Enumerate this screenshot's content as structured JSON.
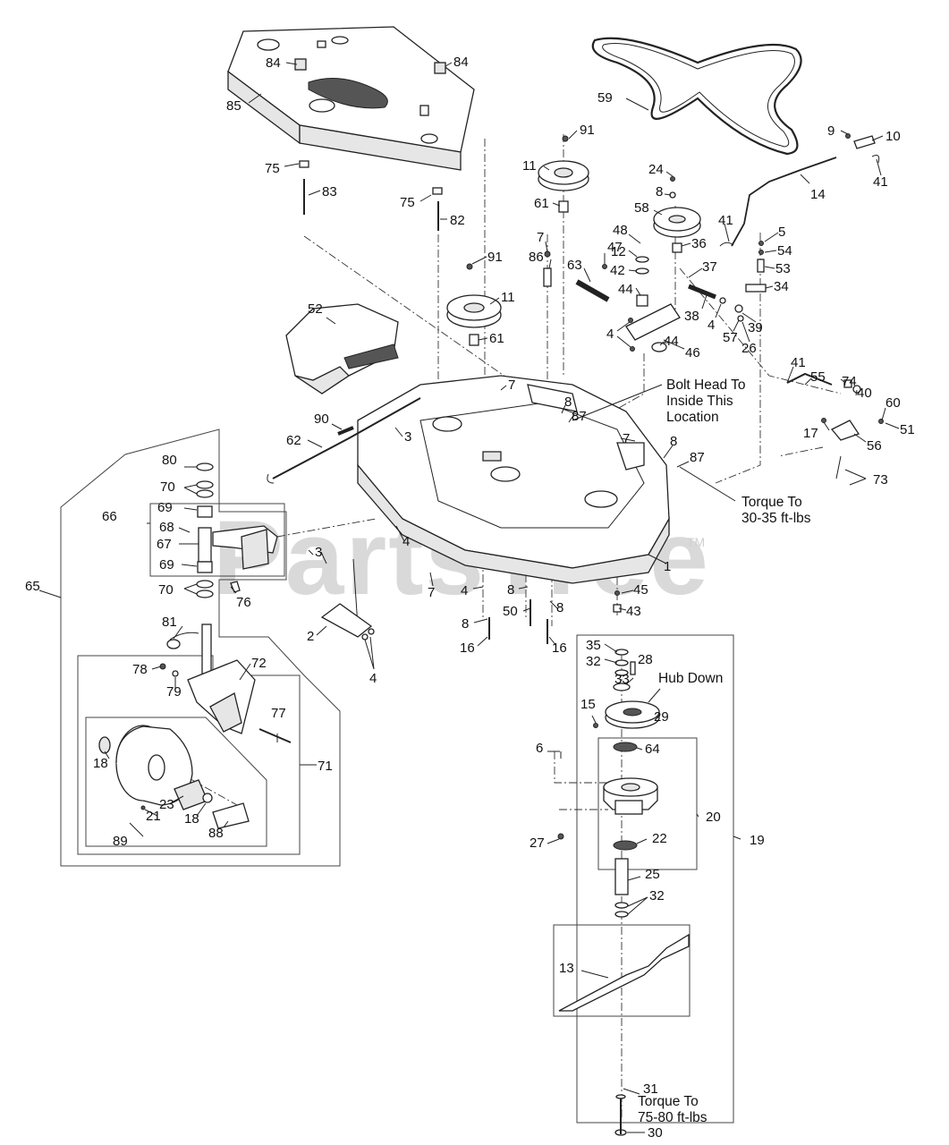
{
  "watermark": {
    "text": "PartsTree",
    "tm": "TM"
  },
  "notes": {
    "bolt_head_1": "Bolt Head To",
    "bolt_head_2": "Inside This",
    "bolt_head_3": "Location",
    "torque_1a": "Torque To",
    "torque_1b": "30-35 ft-lbs",
    "hub_down": "Hub Down",
    "torque_2a": "Torque To",
    "torque_2b": "75-80 ft-lbs"
  },
  "callouts": {
    "c84a": "84",
    "c84b": "84",
    "c85": "85",
    "c75a": "75",
    "c83": "83",
    "c75b": "75",
    "c82": "82",
    "c59": "59",
    "c91a": "91",
    "c11a": "11",
    "c61a": "61",
    "c24": "24",
    "c8a": "8",
    "c58": "58",
    "c9": "9",
    "c10": "10",
    "c41a": "41",
    "c14": "14",
    "c41b": "41",
    "c5": "5",
    "c54": "54",
    "c53": "53",
    "c34": "34",
    "c36": "36",
    "c48": "48",
    "c12": "12",
    "c42": "42",
    "c47": "47",
    "c63": "63",
    "c44a": "44",
    "c37": "37",
    "c38": "38",
    "c4a": "4",
    "c57": "57",
    "c39": "39",
    "c26": "26",
    "c4b": "4",
    "c44b": "44",
    "c46": "46",
    "c7a": "7",
    "c86": "86",
    "c91b": "91",
    "c11b": "11",
    "c61b": "61",
    "c52": "52",
    "c7b": "7",
    "c8b": "8",
    "c87a": "87",
    "c90": "90",
    "c3a": "3",
    "c62": "62",
    "c7c": "7",
    "c8c": "8",
    "c87b": "87",
    "c41c": "41",
    "c55": "55",
    "c74": "74",
    "c40": "40",
    "c60": "60",
    "c17": "17",
    "c51": "51",
    "c56": "56",
    "c73": "73",
    "c80": "80",
    "c70a": "70",
    "c69a": "69",
    "c66": "66",
    "c68": "68",
    "c67": "67",
    "c69b": "69",
    "c70b": "70",
    "c76": "76",
    "c65": "65",
    "c4c": "4",
    "c3b": "3",
    "c7d": "7",
    "c4d": "4",
    "c8d": "8",
    "c8e": "8",
    "c45": "45",
    "c1": "1",
    "c50": "50",
    "c8f": "8",
    "c43": "43",
    "c2": "2",
    "c4e": "4",
    "c16a": "16",
    "c16b": "16",
    "c81": "81",
    "c78": "78",
    "c79": "79",
    "c72": "72",
    "c77": "77",
    "c71": "71",
    "c18a": "18",
    "c23": "23",
    "c21": "21",
    "c18b": "18",
    "c88": "88",
    "c89": "89",
    "c35": "35",
    "c32a": "32",
    "c28": "28",
    "c33": "33",
    "c15": "15",
    "c29": "29",
    "c6": "6",
    "c64": "64",
    "c20": "20",
    "c19": "19",
    "c27": "27",
    "c22": "22",
    "c25": "25",
    "c32b": "32",
    "c13": "13",
    "c30": "30",
    "c31": "31"
  }
}
